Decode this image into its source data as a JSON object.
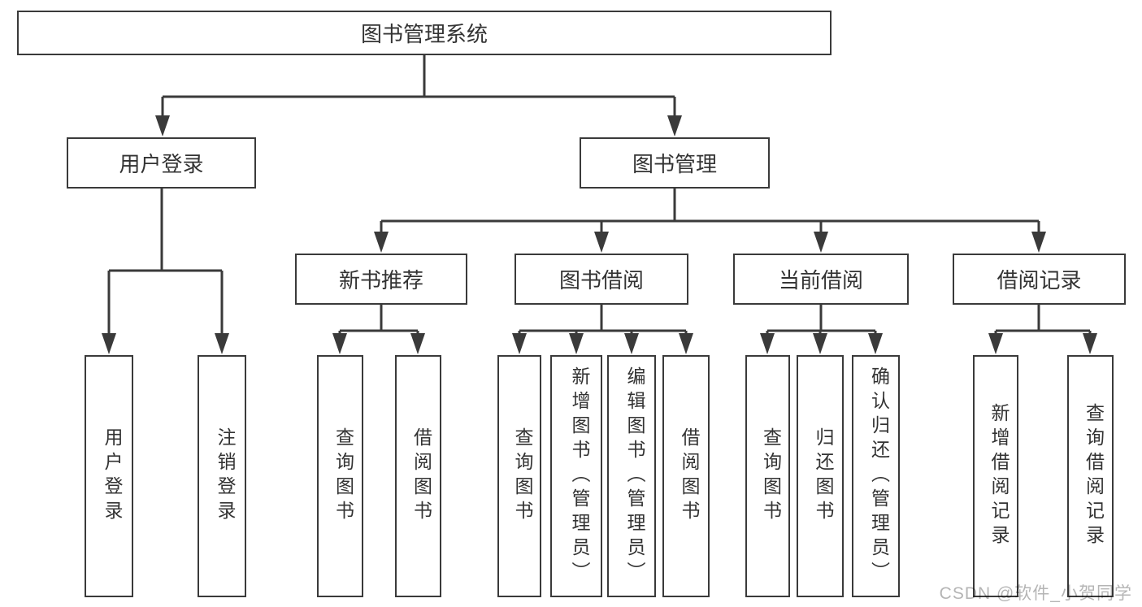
{
  "theme": {
    "background": "#ffffff",
    "line": "#3a3a3a",
    "box_border": "#3a3a3a",
    "box_fill": "#ffffff",
    "text": "#333333",
    "watermark_color": "#b5b5b5"
  },
  "tree": {
    "root": {
      "label": "图书管理系统"
    },
    "branches": [
      {
        "label": "用户登录",
        "leaves": [
          {
            "label": "用户登录"
          },
          {
            "label": "注销登录"
          }
        ]
      },
      {
        "label": "图书管理",
        "children": [
          {
            "label": "新书推荐",
            "leaves": [
              {
                "label": "查询图书"
              },
              {
                "label": "借阅图书"
              }
            ]
          },
          {
            "label": "图书借阅",
            "leaves": [
              {
                "label": "查询图书"
              },
              {
                "label": "新增图书（管理员）"
              },
              {
                "label": "编辑图书（管理员）"
              },
              {
                "label": "借阅图书"
              }
            ]
          },
          {
            "label": "当前借阅",
            "leaves": [
              {
                "label": "查询图书"
              },
              {
                "label": "归还图书"
              },
              {
                "label": "确认归还（管理员）"
              }
            ]
          },
          {
            "label": "借阅记录",
            "leaves": [
              {
                "label": "新增借阅记录"
              },
              {
                "label": "查询借阅记录"
              }
            ]
          }
        ]
      }
    ]
  },
  "watermark": {
    "text": "CSDN @软件_小贺同学"
  }
}
